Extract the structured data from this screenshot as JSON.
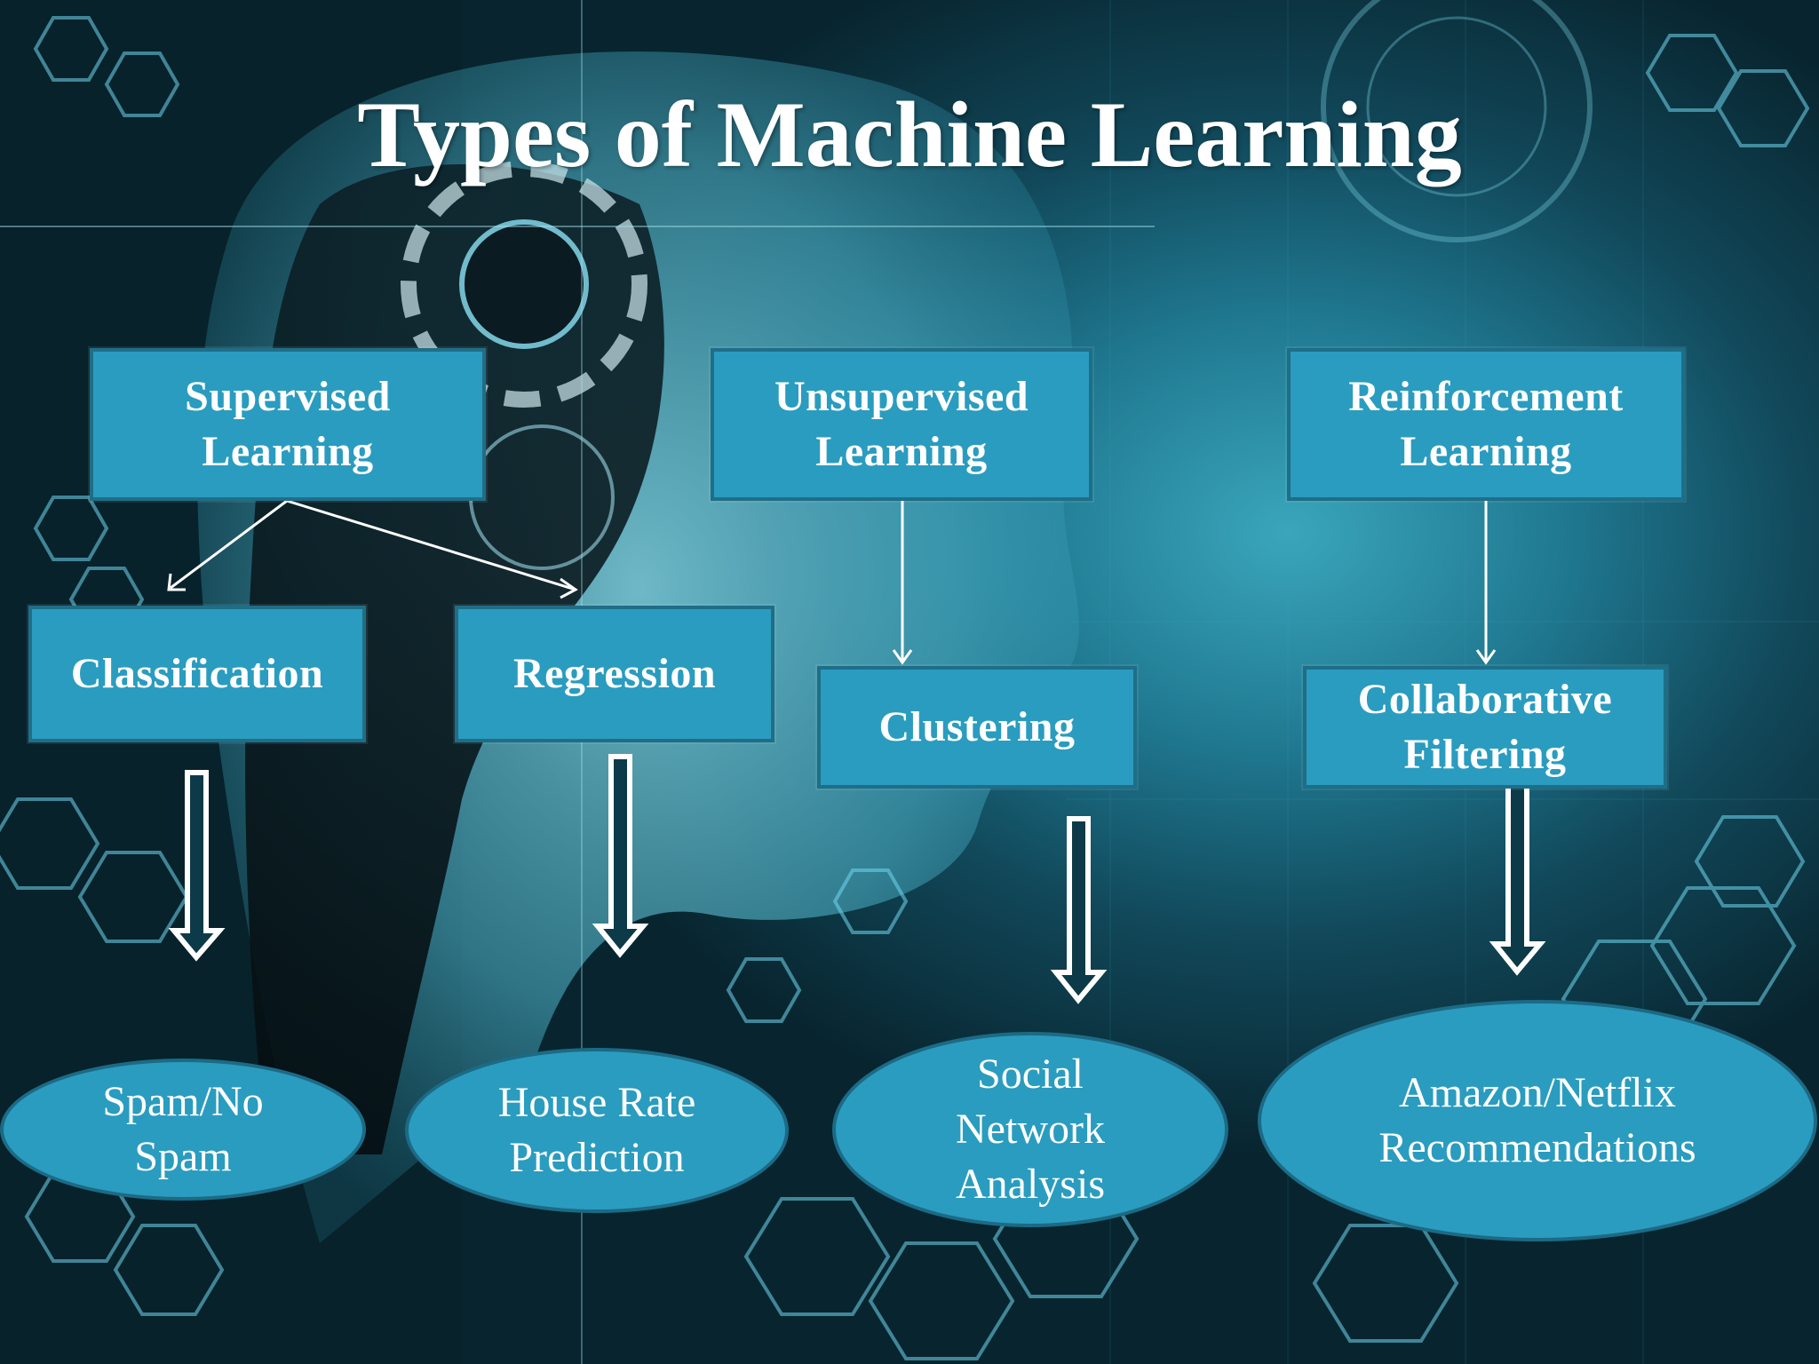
{
  "title": "Types of Machine Learning",
  "colors": {
    "box_fill": "#2a9cbf",
    "box_border": "#1f6e88",
    "text": "#ffffff",
    "background": "#1f7890"
  },
  "categories": {
    "supervised": {
      "line1": "Supervised",
      "line2": "Learning"
    },
    "unsupervised": {
      "line1": "Unsupervised",
      "line2": "Learning"
    },
    "reinforcement": {
      "line1": "Reinforcement",
      "line2": "Learning"
    }
  },
  "techniques": {
    "classification": "Classification",
    "regression": "Regression",
    "clustering": "Clustering",
    "collaborative": {
      "line1": "Collaborative",
      "line2": "Filtering"
    }
  },
  "examples": {
    "spam": {
      "line1": "Spam/No",
      "line2": "Spam"
    },
    "house": {
      "line1": "House Rate",
      "line2": "Prediction"
    },
    "social": {
      "line1": "Social",
      "line2": "Network",
      "line3": "Analysis"
    },
    "amazon": {
      "line1": "Amazon/Netflix",
      "line2": "Recommendations"
    }
  }
}
